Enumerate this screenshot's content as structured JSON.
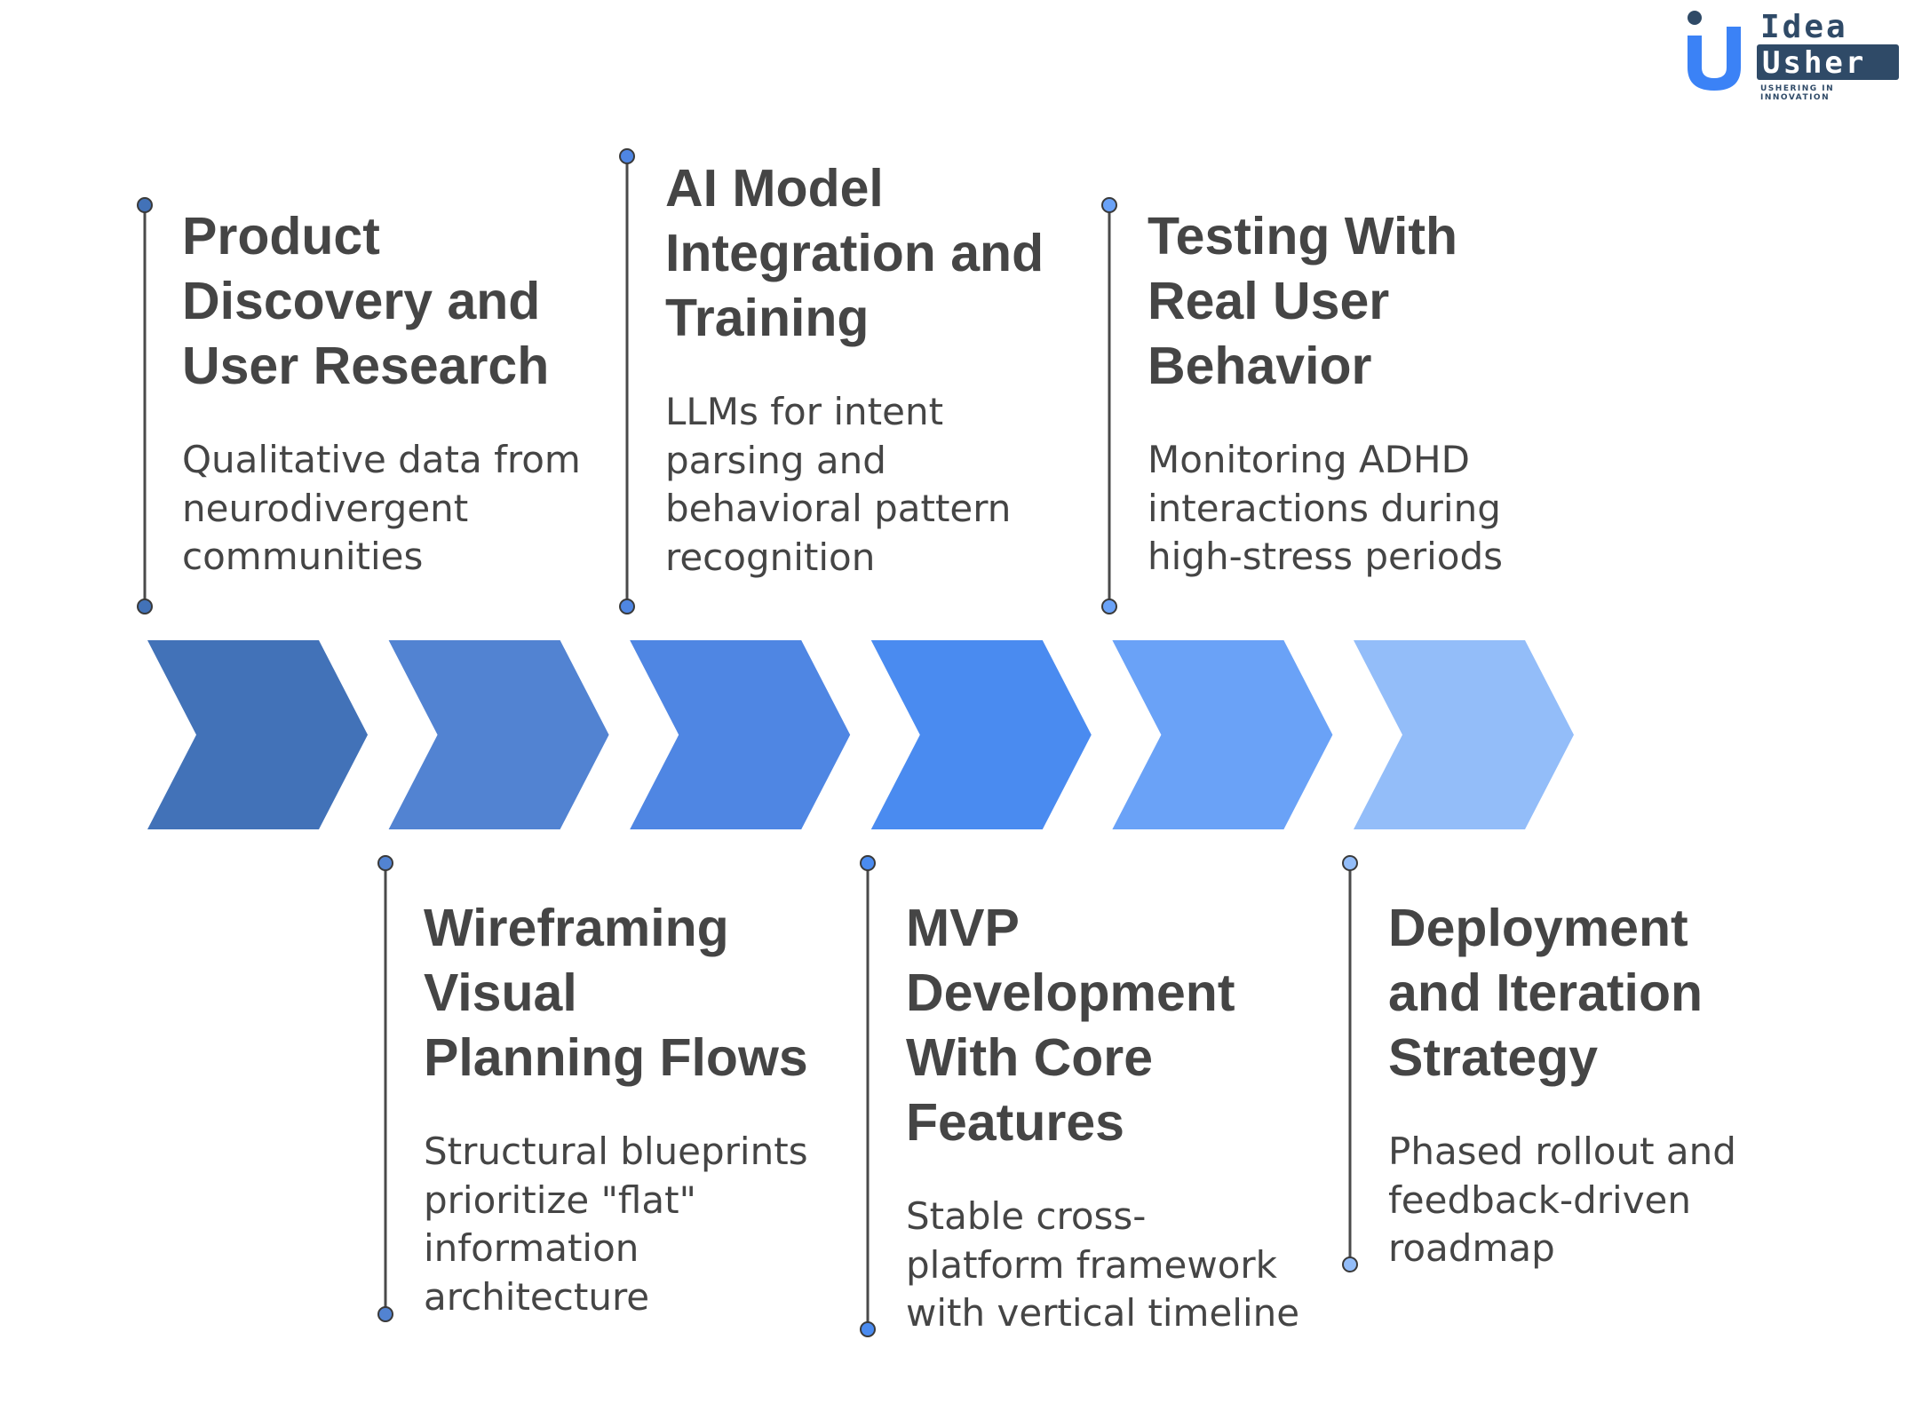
{
  "logo": {
    "line1": "Idea",
    "line2": "Usher",
    "tagline": "USHERING IN INNOVATION",
    "brand_color": "#2f4a67",
    "accent_color": "#3b82f6"
  },
  "colors": {
    "text": "#454545",
    "connector": "#4a4a4a",
    "chevrons": [
      "#4272B8",
      "#5283D2",
      "#4F86E3",
      "#4A8BF0",
      "#6AA2F7",
      "#93BDF9"
    ]
  },
  "steps": [
    {
      "title_lines": [
        "Product",
        "Discovery and",
        "User Research"
      ],
      "desc_lines": [
        "Qualitative data from",
        "neurodivergent",
        "communities"
      ]
    },
    {
      "title_lines": [
        "Wireframing",
        "Visual",
        "Planning Flows"
      ],
      "desc_lines": [
        "Structural blueprints",
        "prioritize \"flat\"",
        "information",
        "architecture"
      ]
    },
    {
      "title_lines": [
        "AI Model",
        "Integration and",
        "Training"
      ],
      "desc_lines": [
        "LLMs for intent",
        "parsing and",
        "behavioral pattern",
        "recognition"
      ]
    },
    {
      "title_lines": [
        "MVP",
        "Development",
        "With Core",
        "Features"
      ],
      "desc_lines": [
        "Stable cross-",
        "platform framework",
        "with vertical timeline"
      ]
    },
    {
      "title_lines": [
        "Testing With",
        "Real User",
        "Behavior"
      ],
      "desc_lines": [
        "Monitoring ADHD",
        "interactions during",
        "high-stress periods"
      ]
    },
    {
      "title_lines": [
        "Deployment",
        "and Iteration",
        "Strategy"
      ],
      "desc_lines": [
        "Phased rollout and",
        "feedback-driven",
        "roadmap"
      ]
    }
  ]
}
